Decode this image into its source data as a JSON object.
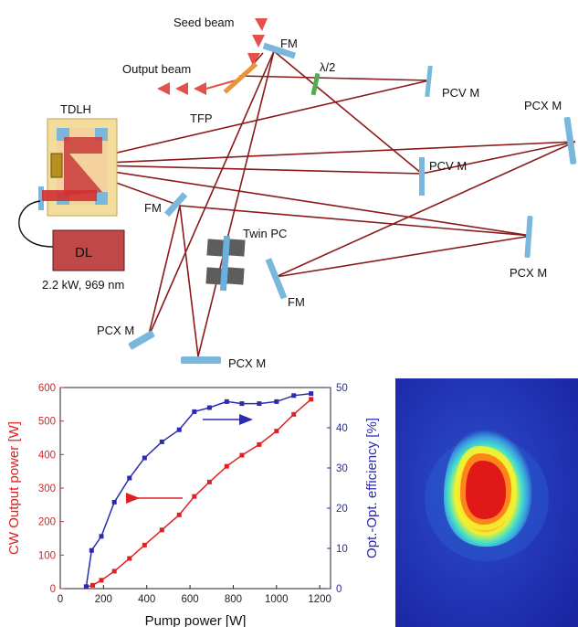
{
  "diagram": {
    "labels": {
      "seed_beam": "Seed beam",
      "output_beam": "Output beam",
      "fm_top": "FM",
      "tfp": "TFP",
      "half_wave": "λ/2",
      "pcv_m_top": "PCV M",
      "pcx_m_right": "PCX M",
      "tdlh": "TDLH",
      "pcv_m_mid": "PCV M",
      "fm_left": "FM",
      "twin_pc": "Twin PC",
      "pcx_m_mid_right": "PCX M",
      "dl": "DL",
      "dl_spec": "2.2 kW, 969 nm",
      "fm_bottom": "FM",
      "pcx_m_bottom_left": "PCX M",
      "pcx_m_bottom": "PCX M"
    },
    "colors": {
      "beam": "#8b1a1a",
      "mirror": "#79b8dc",
      "output_arrow": "#e4504b",
      "tfp": "#e8943a",
      "waveplate": "#4caf50",
      "dl_box": "#c04848",
      "tdlh_box": "#f3dd9c",
      "pc_crystal": "#5d5d5d"
    }
  },
  "chart_data": {
    "type": "line",
    "xlabel": "Pump power [W]",
    "xlim": [
      0,
      1250
    ],
    "xticks": [
      "0",
      "200",
      "400",
      "600",
      "800",
      "1000",
      "1200"
    ],
    "ylabel_left": "CW Output power [W]",
    "ylim_left": [
      0,
      600
    ],
    "yticks_left": [
      "0",
      "100",
      "200",
      "300",
      "400",
      "500",
      "600"
    ],
    "ylabel_right": "Opt.-Opt. efficiency [%]",
    "ylim_right": [
      0,
      50
    ],
    "yticks_right": [
      "0",
      "10",
      "20",
      "30",
      "40",
      "50"
    ],
    "series": [
      {
        "axis": "left",
        "color": "#e02020",
        "x": [
          120,
          150,
          190,
          250,
          320,
          390,
          470,
          550,
          620,
          690,
          770,
          840,
          920,
          1000,
          1080,
          1160
        ],
        "values": [
          5,
          10,
          25,
          52,
          90,
          130,
          175,
          220,
          275,
          318,
          365,
          398,
          430,
          470,
          520,
          565
        ]
      },
      {
        "axis": "right",
        "color": "#2b2bb0",
        "x": [
          120,
          145,
          190,
          250,
          320,
          390,
          470,
          550,
          620,
          690,
          770,
          840,
          920,
          1000,
          1080,
          1160
        ],
        "values": [
          0.5,
          9.5,
          13,
          21.5,
          27.5,
          32.5,
          36.5,
          39.5,
          44,
          45,
          46.5,
          46,
          46,
          46.5,
          48,
          48.5
        ]
      }
    ],
    "arrows": [
      {
        "series": "left",
        "direction": "left",
        "color": "#e02020"
      },
      {
        "series": "right",
        "direction": "right",
        "color": "#2b2bb0"
      }
    ]
  },
  "beam_profile": {
    "colormap": [
      "#1a2aa8",
      "#3aa0e0",
      "#46e0c8",
      "#f2f230",
      "#ff7a1a",
      "#e01818"
    ]
  }
}
